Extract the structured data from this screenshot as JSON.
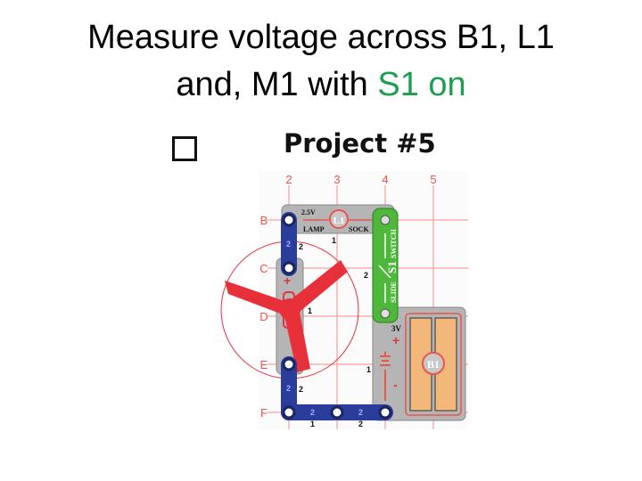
{
  "slide": {
    "title_line1": "Measure voltage across B1, L1",
    "title_line2_prefix": "and, M1 with ",
    "title_line2_highlight": "S1 on",
    "highlight_color": "#1f9e4f"
  },
  "checkbox": {
    "checked": false
  },
  "diagram": {
    "project_title": "Project #5",
    "columns": [
      "2",
      "3",
      "4",
      "5"
    ],
    "rows": [
      "B",
      "C",
      "D",
      "E",
      "F"
    ],
    "lamp": {
      "voltage": "2.5V",
      "label": "L1",
      "text": "LAMP",
      "text2": "SOCK"
    },
    "switch": {
      "label": "S1",
      "text": "SLIDE",
      "text2": "SWITCH"
    },
    "battery": {
      "voltage": "3V",
      "label": "B1",
      "plus": "+",
      "minus": "-"
    },
    "motor": {
      "plus": "+"
    },
    "level_labels": {
      "lamp": "1",
      "switch": "2",
      "motor": "1",
      "battery": "1",
      "wire_bc": "2",
      "wire_ef": "2",
      "wire_f1": "1",
      "wire_f2": "2",
      "wire_f1_top": "2",
      "wire_f2_top": "2",
      "wire_bc_top": "2",
      "wire_ef_top": "2"
    },
    "colors": {
      "grid": "#e8564d",
      "wire": "#2b3d9a",
      "switch": "#4db83a",
      "battery_cell": "#f3b77a",
      "fan": "#e8303a",
      "base": "#b5b5b5"
    }
  }
}
